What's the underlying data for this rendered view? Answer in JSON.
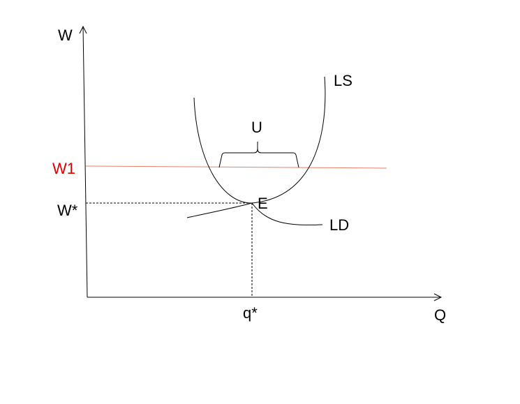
{
  "axes": {
    "y_label": "W",
    "x_label": "Q"
  },
  "labels": {
    "supply_curve": "LS",
    "demand_curve": "LD",
    "equilibrium": "E",
    "unemployment": "U",
    "wage_floor": "W1",
    "equilibrium_wage": "W*",
    "equilibrium_quantity": "q*"
  },
  "colors": {
    "axis": "#000000",
    "curve": "#000000",
    "wage_floor_line": "#e8806a",
    "wage_floor_label": "#e00000",
    "guide_line": "#000000"
  }
}
